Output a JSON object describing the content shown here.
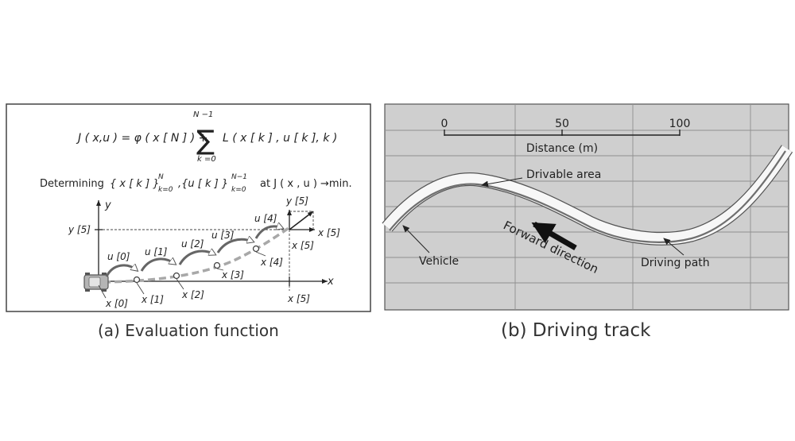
{
  "panel_a": {
    "formula": {
      "lhs": "J ( x,u ) = φ ( x [ N ] ) +",
      "sum_upper": "N −1",
      "sum_lower": "k =0",
      "rhs": "L ( x [ k ] , u [ k ], k )"
    },
    "determining": {
      "prefix": "Determining",
      "set_x": "{ x [ k ] }",
      "set_x_upper": "N",
      "set_x_lower": "k=0",
      "set_u": ",{u [ k ] }",
      "set_u_upper": "N−1",
      "set_u_lower": "k=0",
      "suffix": "at J ( x , u ) →min."
    },
    "axis_x": "x",
    "axis_y": "y",
    "y5": "y [5]",
    "y5_top": "y [5]",
    "x5_right": "x [5]",
    "x5_mid": "x [5]",
    "x5_bottom": "x [5]",
    "controls": [
      "u [0]",
      "u [1]",
      "u [2]",
      "u [3]",
      "u [4]"
    ],
    "states": [
      "x [0]",
      "x [1]",
      "x [2]",
      "x [3]",
      "x [4]"
    ],
    "caption": "(a) Evaluation function"
  },
  "panel_b": {
    "scale_ticks": [
      "0",
      "50",
      "100"
    ],
    "scale_label": "Distance (m)",
    "drivable_area": "Drivable area",
    "forward_direction": "Forward direction",
    "vehicle": "Vehicle",
    "driving_path": "Driving path",
    "caption": "(b) Driving track"
  },
  "colors": {
    "track_bg": "#cfcfcf",
    "grid": "#8f8f8f",
    "road": "#f7f7f7",
    "path": "#6f6f6f",
    "dashed_trajectory": "#a8a8a8"
  }
}
